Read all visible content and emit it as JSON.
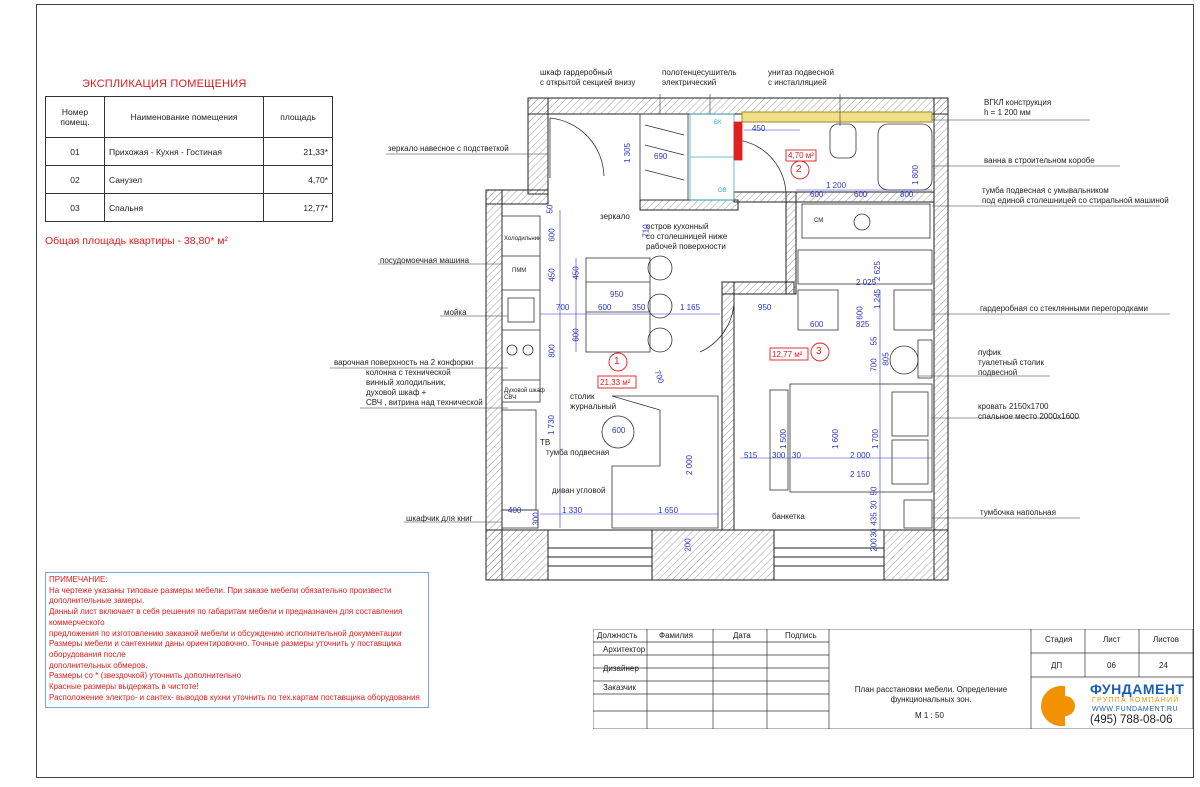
{
  "explication": {
    "title": "ЭКСПЛИКАЦИЯ ПОМЕЩЕНИЯ",
    "headers": [
      "Номер помещ.",
      "Наименование помещения",
      "площадь"
    ],
    "rows": [
      {
        "num": "01",
        "name": "Прихожая - Кухня - Гостиная",
        "area": "21,33*"
      },
      {
        "num": "02",
        "name": "Санузел",
        "area": "4,70*"
      },
      {
        "num": "03",
        "name": "Спальня",
        "area": "12,77*"
      }
    ],
    "total": "Общая площадь квартиры  -  38,80* м²"
  },
  "notes": {
    "title": "ПРИМЕЧАНИЕ:",
    "lines": [
      "На чертеже указаны типовые размеры мебели. При заказе мебели обязательно произвести дополнительные замеры.",
      "Данный лист включает в себя решения по габаритам мебели и предназначен для составления коммерческого",
      "предложения по изготовлению заказной мебели и обсуждению исполнительной документации",
      "Размеры мебели и сантехники даны ориентировочно. Точные размеры уточнить у поставщика оборудования после",
      "дополнительных обмеров.",
      "Размеры со * (звездочкой) уточнить дополнительно",
      "Красные размеры выдержать в чистоте!",
      "Расположение электро- и сантех- выводов кухни уточнить по тех.картам поставщика оборудования"
    ]
  },
  "stamp": {
    "col_headers": [
      "Должность",
      "Фамилия",
      "Дата",
      "Подпись"
    ],
    "roles": [
      "Архитектор",
      "Дизайнер",
      "Заказчик"
    ],
    "sheet_title": "План расстановки мебели. Определение функциональных зон.",
    "scale": "М  1 : 50",
    "stage_label": "Стадия",
    "stage": "ДП",
    "sheet_label": "Лист",
    "sheet": "06",
    "sheets_label": "Листов",
    "sheets": "24"
  },
  "company": {
    "name": "ФУНДАМЕНТ",
    "group": "ГРУППА КОМПАНИЙ",
    "site": "WWW.FUNDAMENT.RU",
    "phone": "(495) 788-08-06",
    "colors": {
      "orange": "#f39200",
      "blue": "#1a5fb4"
    }
  },
  "rooms": [
    {
      "num": "1",
      "area": "21,33 м²"
    },
    {
      "num": "2",
      "area": "4,70 м²"
    },
    {
      "num": "3",
      "area": "12,77 м²"
    }
  ],
  "labels": {
    "wardrobe_open": "шкаф гардеробный\nс открытой секцией внизу",
    "towel": "полотенцесушитель\nэлектрический",
    "toilet": "унитаз подвесной\nс инсталляцией",
    "gkl": "ВГКЛ конструкция\nh = 1 200 мм",
    "mirror_lit": "зеркало навесное с подстветкой",
    "bath": "ванна в строительном коробе",
    "vanity": "тумба подвесная с умывальником\nпод единой столешницей со стиральной машиной",
    "mirror": "зеркало",
    "island": "остров кухонный\nсо столешницей ниже\nрабочей поверхности",
    "dishwasher": "посудомоечная машина",
    "sink": "мойка",
    "hob": "варочная поверхность на 2 конфорки",
    "column": "колонна с технической\nвинный холодильник,\nдуховой шкаф +\nСВЧ , витрина над технической",
    "coffee_table": "столик\nжурнальный",
    "tv": "ТВ",
    "tv_stand": "тумба подвесная",
    "sofa": "диван угловой",
    "books": "шкафчик для книг",
    "wardrobe_glass": "гардеробная со стеклянными перегородками",
    "pouf": "пуфик",
    "dressing_table": "туалетный столик\nподвесной",
    "bed": "кровать 2150х1700\nспальное место 2000х1600",
    "bench": "банкетка",
    "nightstand": "тумбочка напольная",
    "fridge": "Холодильник",
    "pmm": "ПММ",
    "oven": "Духовой шкаф\nСВЧ",
    "bk": "ВК",
    "ov": "ОВ",
    "cm": "СМ"
  },
  "dims": [
    "1 305",
    "690",
    "450",
    "1 200",
    "600",
    "600",
    "800",
    "1 800",
    "710",
    "50",
    "600",
    "450",
    "450",
    "950",
    "600",
    "350",
    "1 165",
    "950",
    "700",
    "600",
    "800",
    "1 730",
    "700",
    "600",
    "2 625",
    "2 025",
    "1 245",
    "600",
    "825",
    "600",
    "55",
    "700",
    "805",
    "1 500",
    "1 600",
    "1 700",
    "515",
    "300",
    "30",
    "2 000",
    "2 150",
    "50",
    "30",
    "435",
    "200",
    "30",
    "200",
    "2 000",
    "400",
    "1 330",
    "1 650",
    "300"
  ]
}
